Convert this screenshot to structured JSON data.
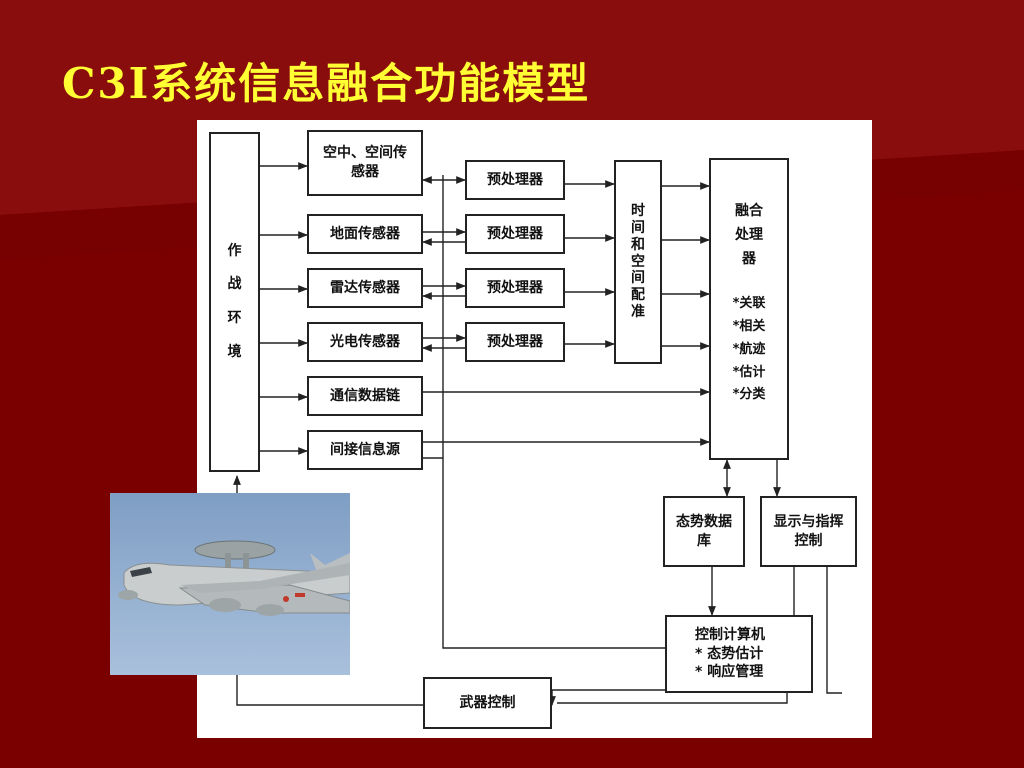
{
  "slide": {
    "title": "C3I系统信息融合功能模型",
    "colors": {
      "background": "#7a0000",
      "title": "#ffff33"
    }
  },
  "diagram": {
    "environment": "作战环境",
    "sensors": [
      "空中、空间传感器",
      "地面传感器",
      "雷达传感器",
      "光电传感器",
      "通信数据链",
      "间接信息源"
    ],
    "preprocessor": "预处理器",
    "alignment": "时间和空间配准",
    "fusion": {
      "title": "融合处理器",
      "functions": [
        "*关联",
        "*相关",
        "*航迹",
        "*估计",
        "*分类"
      ]
    },
    "situation_db": "态势数据库",
    "display": "显示与指挥控制",
    "control_computer": {
      "title": "控制计算机",
      "items": [
        "* 态势估计",
        "* 响应管理"
      ]
    },
    "weapon": "武器控制"
  },
  "photo": {
    "subject": "aircraft-photo"
  }
}
